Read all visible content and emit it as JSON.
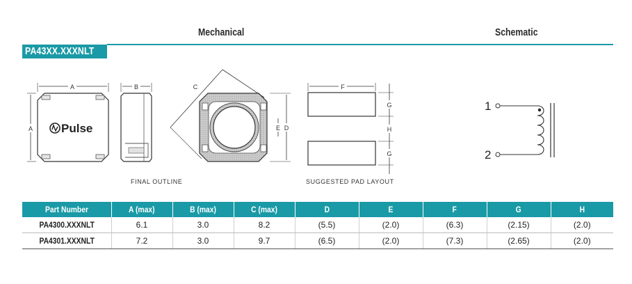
{
  "headings": {
    "mechanical": "Mechanical",
    "schematic": "Schematic"
  },
  "banner": "PA43XX.XXXNLT",
  "captions": {
    "final_outline": "FINAL OUTLINE",
    "pad_layout": "SUGGESTED PAD LAYOUT"
  },
  "dimension_labels": {
    "a_top": "A",
    "a_side": "A",
    "b": "B",
    "c": "C",
    "d": "D",
    "e": "E",
    "f": "F",
    "g_top": "G",
    "h": "H",
    "g_bottom": "G"
  },
  "logo_text": "Pulse",
  "schematic": {
    "pin1": "1",
    "pin2": "2"
  },
  "table": {
    "headers": [
      "Part Number",
      "A (max)",
      "B (max)",
      "C (max)",
      "D",
      "E",
      "F",
      "G",
      "H"
    ],
    "rows": [
      [
        "PA4300.XXXNLT",
        "6.1",
        "3.0",
        "8.2",
        "(5.5)",
        "(2.0)",
        "(6.3)",
        "(2.15)",
        "(2.0)"
      ],
      [
        "PA4301.XXXNLT",
        "7.2",
        "3.0",
        "9.7",
        "(6.5)",
        "(2.0)",
        "(7.3)",
        "(2.65)",
        "(2.0)"
      ]
    ]
  }
}
